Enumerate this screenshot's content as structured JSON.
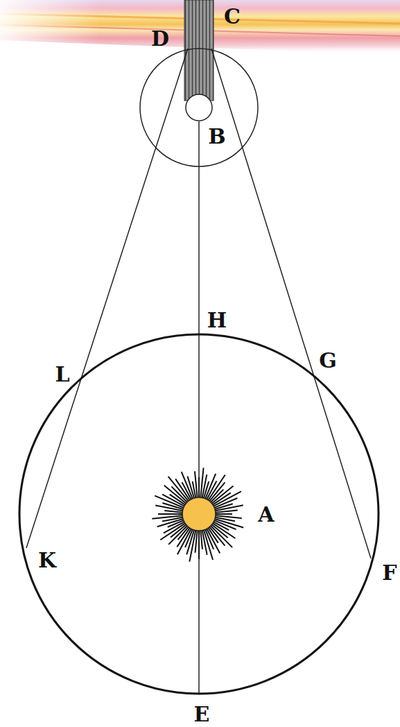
{
  "diagram": {
    "labels": [
      "D",
      "C",
      "B",
      "H",
      "L",
      "G",
      "A",
      "K",
      "F",
      "E"
    ]
  }
}
